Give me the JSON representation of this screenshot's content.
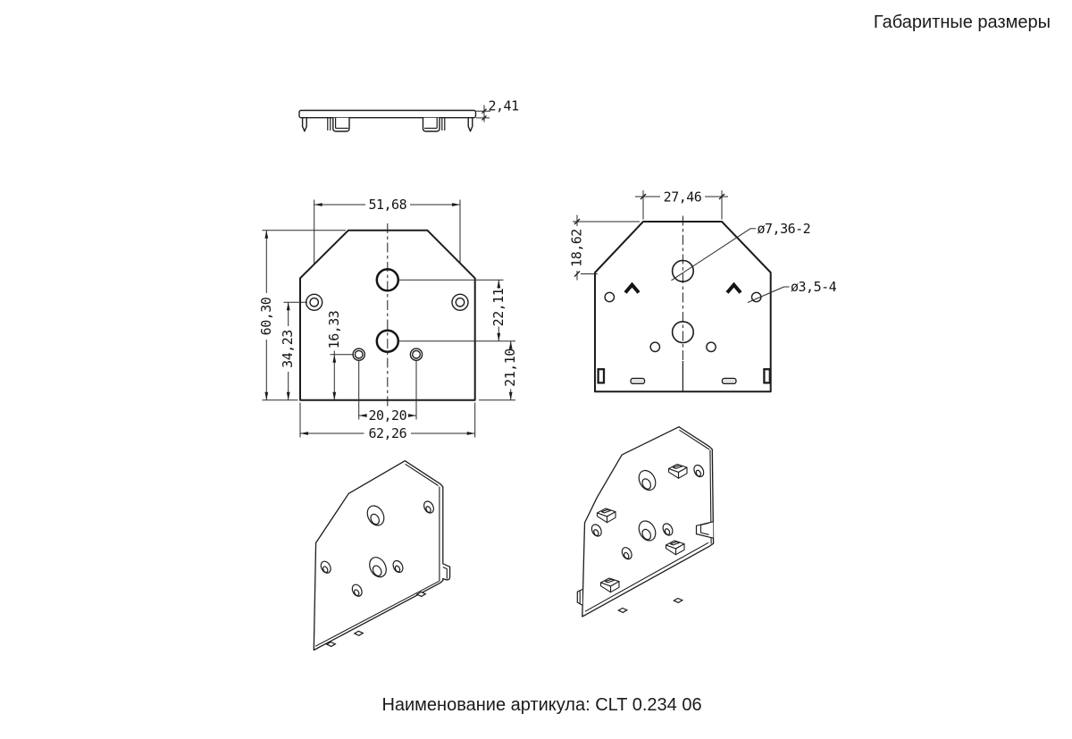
{
  "header": {
    "title": "Габаритные размеры"
  },
  "footer": {
    "text": "Наименование артикула: CLT 0.234 06"
  },
  "drawing": {
    "ink_color": "#1c1c1c",
    "background": "#ffffff",
    "views": [
      "side-profile",
      "front-orthographic",
      "rear-orthographic",
      "front-isometric",
      "rear-isometric"
    ]
  },
  "dims": {
    "side_profile": {
      "thickness": "2,41"
    },
    "front_view": {
      "hole_span_top": "51,68",
      "total_height": "60,30",
      "upper_hole_height": "34,23",
      "lower_hole_height": "16,33",
      "big_hole_spacing": "22,11",
      "lower_big_hole_height": "21,10",
      "lower_hole_span": "20,20",
      "total_width": "62,26"
    },
    "rear_view": {
      "top_edge_width": "27,46",
      "chamfer_height": "18,62",
      "big_hole_callout": "ø7,36-2",
      "small_hole_callout": "ø3,5-4"
    }
  }
}
